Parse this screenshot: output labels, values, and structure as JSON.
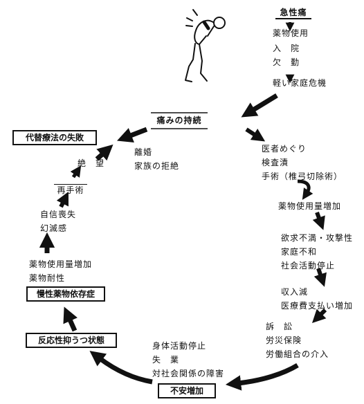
{
  "diagram": {
    "top_cause": {
      "heading": "急性痛",
      "lines": [
        "薬物使用",
        "入　院",
        "欠　勤",
        "軽い家庭危機"
      ]
    },
    "center": "痛みの持続",
    "right_chain": [
      [
        "医者めぐり",
        "検査漬",
        "手術（椎弓切除術）"
      ],
      [
        "薬物使用量増加"
      ],
      [
        "欲求不満・攻撃性",
        "家庭不和",
        "社会活動停止"
      ],
      [
        "収入減",
        "医療費支払い増加"
      ],
      [
        "訴　訟",
        "労災保険",
        "労働組合の介入"
      ]
    ],
    "bottom_items": [
      "身体活動停止",
      "失　業",
      "対社会関係の障害"
    ],
    "anxiety_box": "不安増加",
    "depression_box": "反応性抑うつ状態",
    "chronic_box": "慢性薬物依存症",
    "chronic_items": [
      "薬物使用量増加",
      "薬物耐性"
    ],
    "confidence_items": [
      "自信喪失",
      "幻滅感"
    ],
    "reoperation": "再手術",
    "despair": "絶　望",
    "failure_box": "代替療法の失敗",
    "family_items": [
      "離婚",
      "家族の拒絶"
    ]
  },
  "colors": {
    "ink": "#111111",
    "background": "#ffffff"
  },
  "icons": {
    "figure": "person-bent-with-back-pain-icon"
  }
}
